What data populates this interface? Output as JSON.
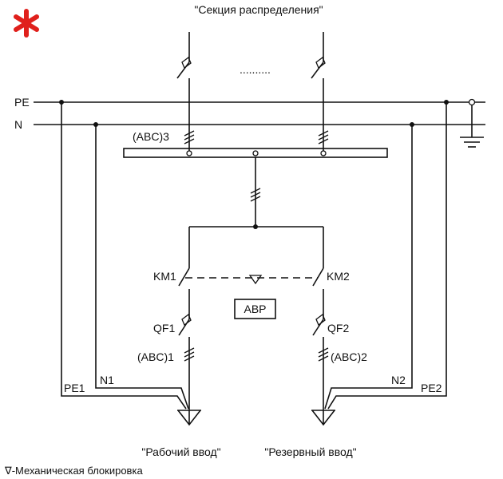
{
  "section_label": "\"Секция распределения\"",
  "dots": "..........",
  "bus": {
    "pe": "PE",
    "n": "N"
  },
  "abc3": "(ABC)3",
  "km1": "KM1",
  "km2": "KM2",
  "avr": "АВР",
  "qf1": "QF1",
  "qf2": "QF2",
  "abc1": "(ABC)1",
  "abc2": "(ABC)2",
  "pe1": "PE1",
  "n1": "N1",
  "n2": "N2",
  "pe2": "PE2",
  "work_input": "\"Рабочий ввод\"",
  "reserve_input": "\"Резервный ввод\"",
  "legend": "∇-Механическая блокировка",
  "colors": {
    "asterisk": "#e0201c",
    "line": "#111111"
  }
}
